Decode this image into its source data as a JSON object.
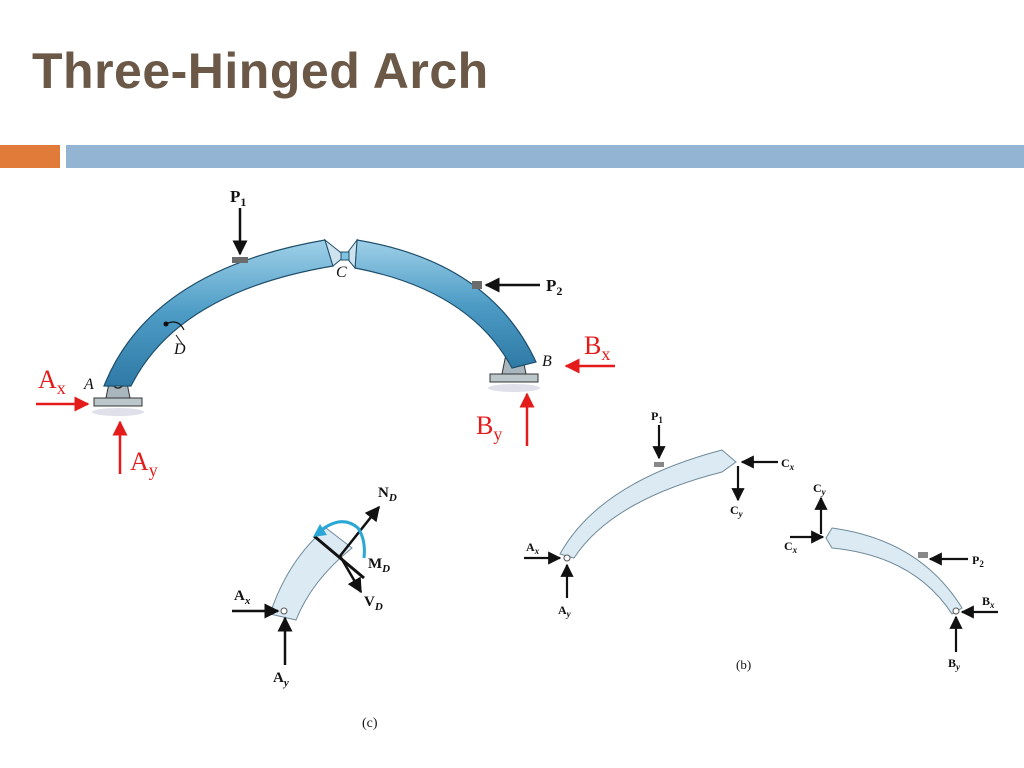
{
  "slide": {
    "title": "Three-Hinged Arch",
    "colors": {
      "title": "#6b5847",
      "bar_orange": "#e07b39",
      "bar_blue": "#93b4d2",
      "red": "#e41b1b",
      "arch_fill": "#5aa3c8",
      "fbd_fill": "#dceaf4"
    }
  },
  "fig_a": {
    "P1": "P",
    "P1_sub": "1",
    "P2": "P",
    "P2_sub": "2",
    "C": "C",
    "D": "D",
    "A": "A",
    "B": "B",
    "Ax": "A",
    "Ax_sub": "x",
    "Ay": "A",
    "Ay_sub": "y",
    "Bx": "B",
    "Bx_sub": "x",
    "By": "B",
    "By_sub": "y"
  },
  "fig_b": {
    "P1": "P",
    "P1_sub": "1",
    "Cx1": "C",
    "Cx1_sub": "x",
    "Cy1": "C",
    "Cy1_sub": "y",
    "Ax": "A",
    "Ax_sub": "x",
    "Ay": "A",
    "Ay_sub": "y",
    "Cy2": "C",
    "Cy2_sub": "y",
    "Cx2": "C",
    "Cx2_sub": "x",
    "P2": "P",
    "P2_sub": "2",
    "Bx": "B",
    "Bx_sub": "x",
    "By": "B",
    "By_sub": "y",
    "caption": "(b)"
  },
  "fig_c": {
    "ND": "N",
    "ND_sub": "D",
    "MD": "M",
    "MD_sub": "D",
    "VD": "V",
    "VD_sub": "D",
    "Ax": "A",
    "Ax_sub": "x",
    "Ay": "A",
    "Ay_sub": "y",
    "caption": "(c)"
  }
}
